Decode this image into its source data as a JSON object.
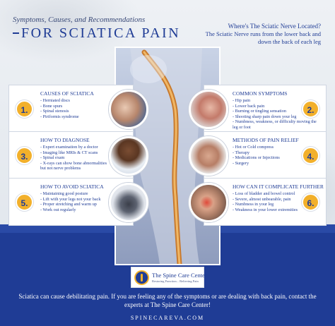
{
  "header": {
    "subtitle": "Symptoms, Causes, and Recommendations",
    "title": "FOR SCIATICA PAIN"
  },
  "location": {
    "title": "Where's The Sciatic Nerve Located?",
    "text": "The Sciatic Nerve runs from the lower back and down the back of each leg"
  },
  "sections": [
    {
      "number": "1.",
      "title": "CAUSES OF SCIATICA",
      "items": [
        "Herniated discs",
        "Bone spurs",
        "Spinal stenosis",
        "Piriformis syndrome"
      ]
    },
    {
      "number": "2.",
      "title": "COMMON SYMPTOMS",
      "items": [
        "Hip pain",
        "Lower back pain",
        "Burning or tingling sensation",
        "Shooting sharp pain down your leg",
        "Numbness, weakness, or difficulty moving the leg or foot"
      ]
    },
    {
      "number": "3.",
      "title": "HOW TO DIAGNOSE",
      "items": [
        "Expert examination by a doctor",
        "Imaging like MRIs & CT scans",
        "Spinal exam",
        "X-rays can show bone abnormalities but not nerve problems"
      ]
    },
    {
      "number": "4.",
      "title": "METHODS OF PAIN RELIEF",
      "items": [
        "Hot or Cold compress",
        "Therapy",
        "Medications or Injections",
        "Surgery"
      ]
    },
    {
      "number": "5.",
      "title": "HOW TO AVOID SCIATICA",
      "items": [
        "Maintaining good posture",
        "Lift with your legs not your back",
        "Proper stretching and warm up",
        "Work out regularly"
      ]
    },
    {
      "number": "6.",
      "title": "HOW CAN IT COMPLICATE FURTHER",
      "items": [
        "Loss of bladder and bowel control",
        "Severe, almost unbearable, pain",
        "Numbness in your leg",
        "Weakness in your lower extremities"
      ]
    }
  ],
  "logo": {
    "name": "The Spine Care Center",
    "tagline": "Restoring Function... Relieving Pain"
  },
  "footer": {
    "text": "Sciatica can cause debilitating pain. If you are feeling any of the symptoms or are dealing with back pain, contact the experts at The Spine Care Center!",
    "site": "SPINECAREVA.COM"
  },
  "colors": {
    "brand_blue": "#1f3c95",
    "accent_gold": "#f2b02b",
    "nerve_orange": "#e8a24a"
  }
}
